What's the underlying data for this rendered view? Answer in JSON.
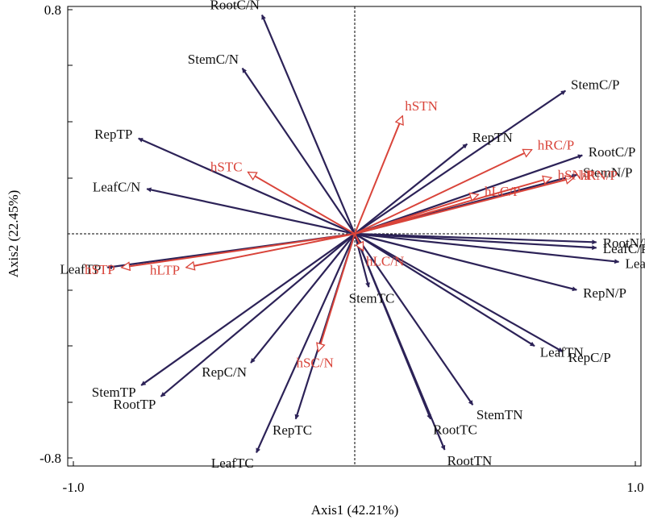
{
  "chart_data": {
    "type": "scatter",
    "xlabel": "Axis1 (42.21%)",
    "ylabel": "Axis2 (22.45%)",
    "xlim": [
      -1.0,
      1.0
    ],
    "ylim": [
      -0.8,
      0.8
    ],
    "x_tick_labels": [
      "-1.0",
      "1.0"
    ],
    "y_tick_labels": [
      "0.8",
      "-0.8"
    ],
    "grid": false,
    "colors": {
      "response": "#2c2257",
      "explanatory": "#d9443a"
    },
    "vectors": [
      {
        "name": "RootC/N",
        "x": -0.33,
        "y": 0.78,
        "group": "response"
      },
      {
        "name": "StemC/N",
        "x": -0.4,
        "y": 0.59,
        "group": "response"
      },
      {
        "name": "StemC/P",
        "x": 0.75,
        "y": 0.51,
        "group": "response"
      },
      {
        "name": "RepTP",
        "x": -0.77,
        "y": 0.34,
        "group": "response"
      },
      {
        "name": "RepTN",
        "x": 0.4,
        "y": 0.32,
        "group": "response"
      },
      {
        "name": "RootC/P",
        "x": 0.81,
        "y": 0.28,
        "group": "response"
      },
      {
        "name": "LeafC/N",
        "x": -0.74,
        "y": 0.16,
        "group": "response"
      },
      {
        "name": "StemN/P",
        "x": 0.79,
        "y": 0.21,
        "group": "response"
      },
      {
        "name": "RootN/P",
        "x": 0.86,
        "y": -0.03,
        "group": "response"
      },
      {
        "name": "LeafTP",
        "x": -0.88,
        "y": -0.12,
        "group": "response"
      },
      {
        "name": "LeafC/P",
        "x": 0.86,
        "y": -0.05,
        "group": "response"
      },
      {
        "name": "LeafN/P",
        "x": 0.94,
        "y": -0.1,
        "group": "response"
      },
      {
        "name": "RepN/P",
        "x": 0.79,
        "y": -0.2,
        "group": "response"
      },
      {
        "name": "StemTC",
        "x": 0.05,
        "y": -0.19,
        "group": "response"
      },
      {
        "name": "LeafTN",
        "x": 0.64,
        "y": -0.4,
        "group": "response"
      },
      {
        "name": "RepC/P",
        "x": 0.74,
        "y": -0.42,
        "group": "response"
      },
      {
        "name": "StemTP",
        "x": -0.76,
        "y": -0.54,
        "group": "response"
      },
      {
        "name": "RootTP",
        "x": -0.69,
        "y": -0.58,
        "group": "response"
      },
      {
        "name": "RepC/N",
        "x": -0.37,
        "y": -0.46,
        "group": "response"
      },
      {
        "name": "StemTN",
        "x": 0.42,
        "y": -0.61,
        "group": "response"
      },
      {
        "name": "RootTC",
        "x": 0.27,
        "y": -0.66,
        "group": "response"
      },
      {
        "name": "RepTC",
        "x": -0.21,
        "y": -0.66,
        "group": "response"
      },
      {
        "name": "RootTN",
        "x": 0.32,
        "y": -0.77,
        "group": "response"
      },
      {
        "name": "LeafTC",
        "x": -0.35,
        "y": -0.78,
        "group": "response"
      },
      {
        "name": "hSTN",
        "x": 0.17,
        "y": 0.42,
        "group": "explanatory"
      },
      {
        "name": "hRC/P",
        "x": 0.63,
        "y": 0.3,
        "group": "explanatory"
      },
      {
        "name": "hSTC",
        "x": -0.38,
        "y": 0.22,
        "group": "explanatory"
      },
      {
        "name": "hLC/P",
        "x": 0.44,
        "y": 0.14,
        "group": "explanatory"
      },
      {
        "name": "hSN/P",
        "x": 0.7,
        "y": 0.2,
        "group": "explanatory"
      },
      {
        "name": "hRN/P",
        "x": 0.78,
        "y": 0.2,
        "group": "explanatory"
      },
      {
        "name": "hLC/N",
        "x": 0.03,
        "y": -0.06,
        "group": "explanatory"
      },
      {
        "name": "hSTP",
        "x": -0.83,
        "y": -0.12,
        "group": "explanatory"
      },
      {
        "name": "hLTP",
        "x": -0.6,
        "y": -0.12,
        "group": "explanatory"
      },
      {
        "name": "hSC/N",
        "x": -0.13,
        "y": -0.42,
        "group": "explanatory"
      }
    ]
  }
}
